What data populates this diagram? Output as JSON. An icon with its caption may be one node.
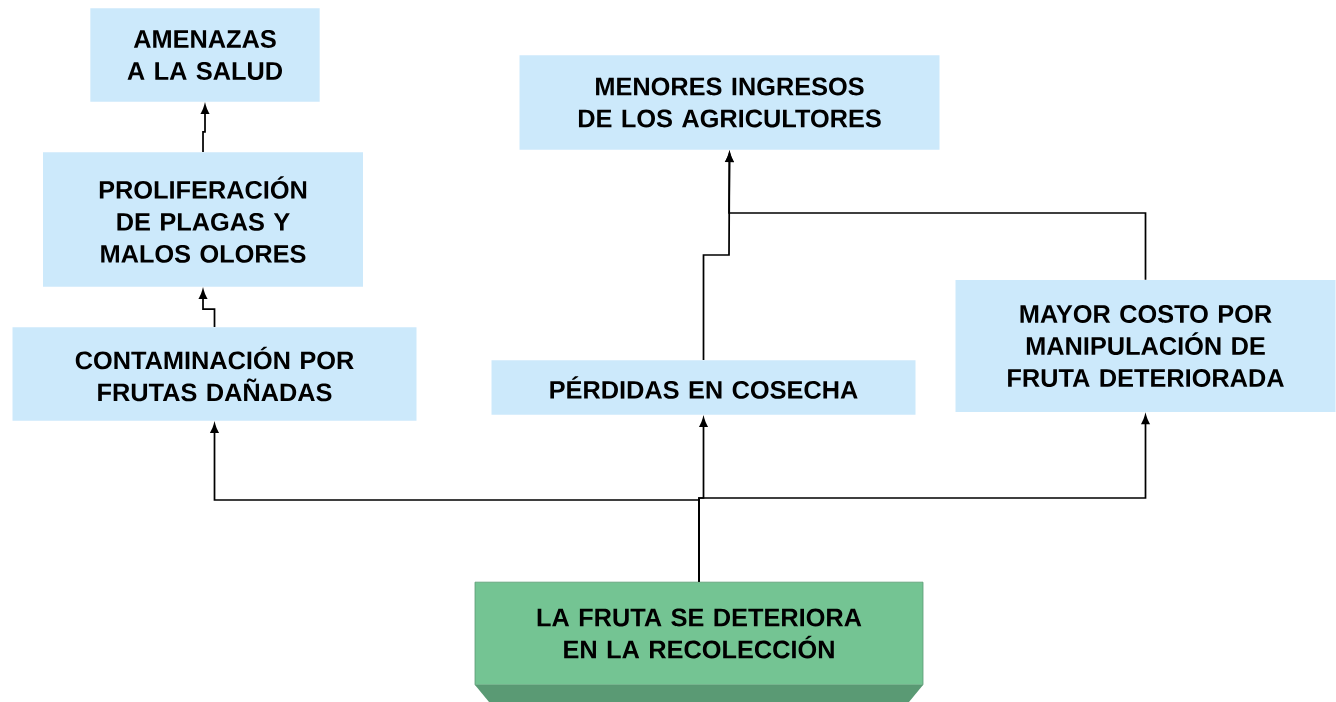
{
  "diagram": {
    "nodes": [
      {
        "text": [
          "AMENAZAS A LA SALUD"
        ]
      },
      {
        "text": [
          "PROLIFERACIÓN DE PLAGAS Y MALOS OLORES"
        ]
      },
      {
        "text": [
          "CONTAMINACIÓN POR FRUTAS DAÑADAS"
        ]
      },
      {
        "text": [
          "MENORES INGRESOS DE LOS AGRICULTORES"
        ]
      },
      {
        "text": [
          "PÉRDIDAS EN COSECHA"
        ]
      },
      {
        "text": [
          "MAYOR COSTO POR MANIPULACIÓN DE FRUTA DETERIORADA"
        ]
      },
      {
        "text": [
          "LA FRUTA SE DETERIORA EN LA RECOLECCIÓN"
        ]
      }
    ],
    "edges": [
      {
        "from": 6,
        "to": 2,
        "arrow": "to"
      },
      {
        "from": 6,
        "to": 4,
        "arrow": "to"
      },
      {
        "from": 6,
        "to": 5,
        "arrow": "to"
      },
      {
        "from": 2,
        "to": 1,
        "arrow": "to"
      },
      {
        "from": 1,
        "to": 0,
        "arrow": "to"
      },
      {
        "from": 4,
        "to": 3,
        "arrow": "to"
      },
      {
        "from": 5,
        "to": 3,
        "arrow": "to"
      }
    ]
  }
}
